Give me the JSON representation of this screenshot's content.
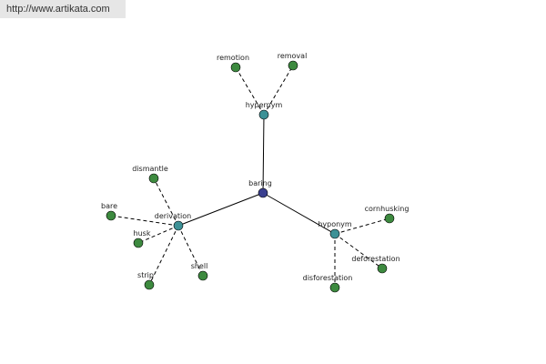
{
  "url": "http://www.artikata.com",
  "colors": {
    "root": "#3a3f8f",
    "branch": "#3d9196",
    "leaf": "#3d8a3f"
  },
  "root": "baring",
  "branches": {
    "hypernym": {
      "label": "hypernym",
      "children": [
        "remotion",
        "removal"
      ]
    },
    "derivation": {
      "label": "derivation",
      "children": [
        "dismantle",
        "bare",
        "husk",
        "strip",
        "shell"
      ]
    },
    "hyponym": {
      "label": "hyponym",
      "children": [
        "cornhusking",
        "deforestation",
        "disforestation"
      ]
    }
  }
}
